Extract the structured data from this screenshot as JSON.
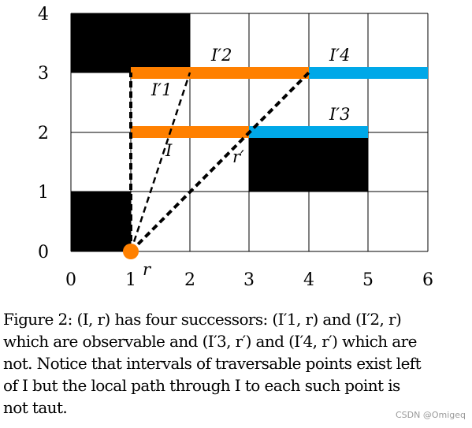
{
  "figure": {
    "x_ticks": [
      "0",
      "1",
      "2",
      "3",
      "4",
      "5",
      "6"
    ],
    "y_ticks": [
      "0",
      "1",
      "2",
      "3",
      "4"
    ],
    "labels": {
      "I1": "I′1",
      "I2": "I′2",
      "I3": "I′3",
      "I4": "I′4",
      "I": "I",
      "r": "r",
      "r_prime": "r′"
    },
    "colors": {
      "obstacle": "#000000",
      "observable_interval": "#ff8000",
      "unobservable_interval": "#00a8e8",
      "grid": "#000000"
    }
  },
  "caption": {
    "lines": [
      "Figure 2: (I, r) has four successors: (I′1, r) and (I′2, r)",
      "which are observable and (I′3, r′) and (I′4, r′) which are",
      "not. Notice that intervals of traversable points exist left",
      "of I but the local path through I to each such point is",
      "not taut."
    ]
  },
  "watermark": "CSDN @Omigeq"
}
